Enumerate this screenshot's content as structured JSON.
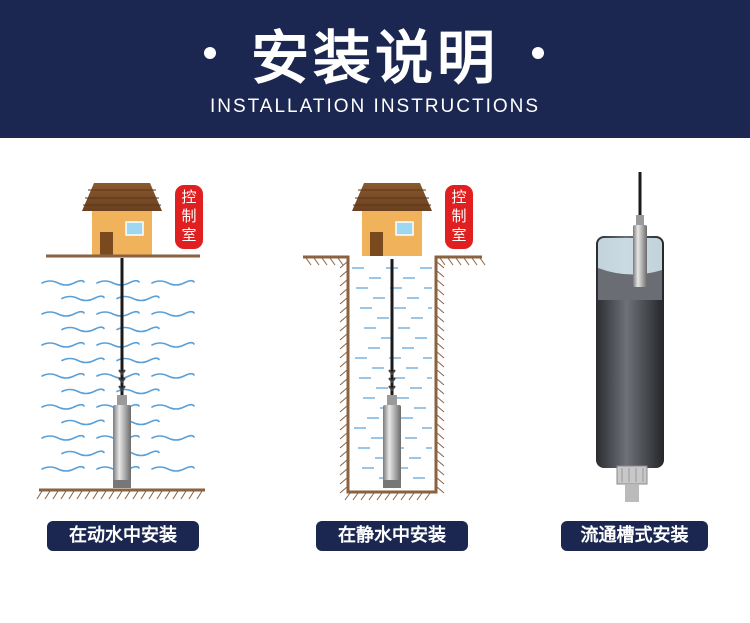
{
  "header": {
    "title": "安装说明",
    "subtitle": "INSTALLATION INSTRUCTIONS"
  },
  "scenes": [
    {
      "label": "在动水中安装",
      "control_room": [
        "控",
        "制",
        "室"
      ]
    },
    {
      "label": "在静水中安装",
      "control_room": [
        "控",
        "制",
        "室"
      ]
    },
    {
      "label": "流通槽式安装"
    }
  ],
  "colors": {
    "header_bg": "#1b2750",
    "label_bg": "#1b2750",
    "control_tag": "#e02020",
    "ground": "#8a6240",
    "water": "#5aa0d8"
  }
}
